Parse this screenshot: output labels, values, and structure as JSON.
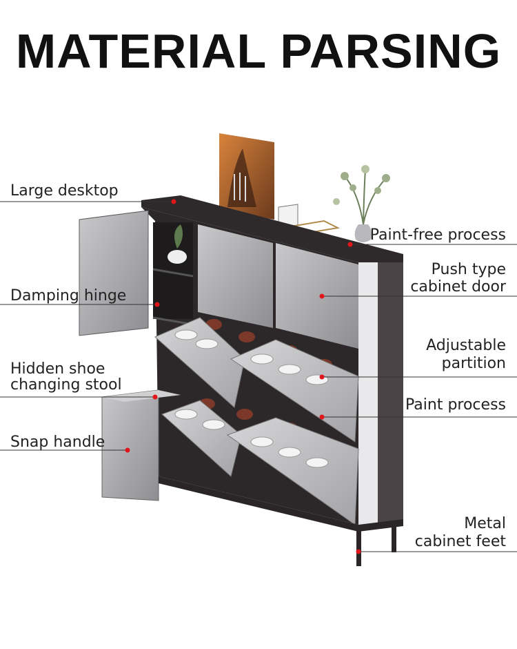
{
  "title": "MATERIAL PARSING",
  "labels": {
    "large_desktop": "Large desktop",
    "damping_hinge": "Damping hinge",
    "hidden_stool_line1": "Hidden shoe",
    "hidden_stool_line2": "changing stool",
    "snap_handle": "Snap handle",
    "paint_free": "Paint-free process",
    "push_door_line1": "Push type",
    "push_door_line2": "cabinet door",
    "adjustable_line1": "Adjustable",
    "adjustable_line2": "partition",
    "paint_process": "Paint process",
    "metal_feet_line1": "Metal",
    "metal_feet_line2": "cabinet feet"
  },
  "colors": {
    "marker": "#e0161b",
    "cabinet_frame": "#3a3638",
    "panel": "#9b9b9e",
    "leader_line": "#333333"
  }
}
